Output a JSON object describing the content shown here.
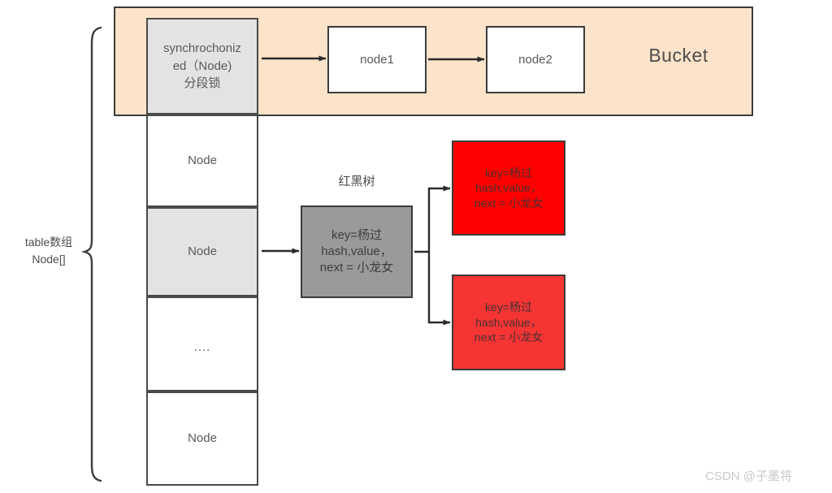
{
  "diagram": {
    "title_label": "Bucket",
    "left_label": "table数组\nNode[]",
    "tree_label": "红黑树",
    "watermark": "CSDN @子墨将",
    "bucket": {
      "fill": "#fce3ca",
      "border": "#3b3b3b",
      "label": "Bucket",
      "chain": [
        {
          "name": "node1",
          "label": "node1"
        },
        {
          "name": "node2",
          "label": "node2"
        }
      ]
    },
    "table_cells": [
      {
        "label": "synchrochoniz\ned（Node)\n分段锁",
        "fill": "#e3e3e3",
        "highlight": true
      },
      {
        "label": "Node",
        "fill": "#ffffff",
        "highlight": false
      },
      {
        "label": "Node",
        "fill": "#e3e3e3",
        "highlight": true
      },
      {
        "label": "....",
        "fill": "#ffffff",
        "highlight": false
      },
      {
        "label": "Node",
        "fill": "#ffffff",
        "highlight": false
      }
    ],
    "tree_root": {
      "label": "key=杨过\nhash,value，\nnext = 小龙女",
      "fill": "#9a9a9a"
    },
    "tree_children": [
      {
        "label": "key=杨过\nhash,value，\nnext = 小龙女",
        "fill": "#fe0000"
      },
      {
        "label": "key=杨过\nhash,value，\nnext = 小龙女",
        "fill": "#f53434"
      }
    ],
    "connectors": [
      {
        "name": "lock-to-node1",
        "from": "cell-0",
        "to": "node1"
      },
      {
        "name": "node1-to-node2",
        "from": "node1",
        "to": "node2"
      },
      {
        "name": "cell2-to-tree-root",
        "from": "cell-2",
        "to": "gray-node"
      },
      {
        "name": "tree-root-to-child-1",
        "from": "gray-node",
        "to": "red-1"
      },
      {
        "name": "tree-root-to-child-2",
        "from": "gray-node",
        "to": "red-2"
      }
    ]
  }
}
